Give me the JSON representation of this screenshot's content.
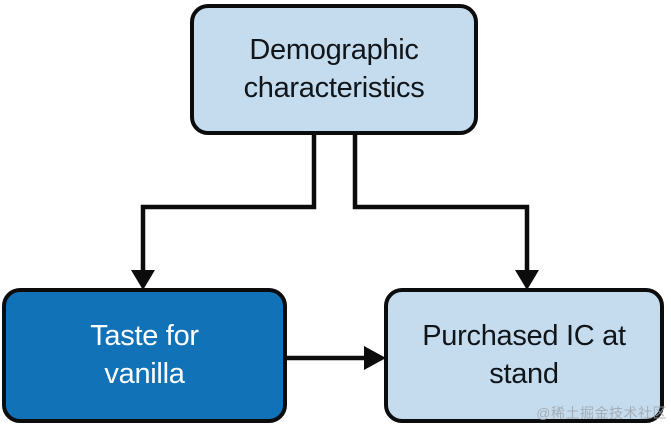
{
  "nodes": {
    "top": {
      "id": "demographic-characteristics",
      "label": "Demographic\ncharacteristics"
    },
    "left": {
      "id": "taste-for-vanilla",
      "label": "Taste for\nvanilla"
    },
    "right": {
      "id": "purchased-ic-at-stand",
      "label": "Purchased IC at\nstand"
    }
  },
  "edges": [
    {
      "from": "demographic-characteristics",
      "to": "taste-for-vanilla"
    },
    {
      "from": "demographic-characteristics",
      "to": "purchased-ic-at-stand"
    },
    {
      "from": "taste-for-vanilla",
      "to": "purchased-ic-at-stand"
    }
  ],
  "colors": {
    "node_light_fill": "#c5dcee",
    "node_dark_fill": "#1172b8",
    "border": "#0c0c0c",
    "text_dark": "#10151a",
    "text_light": "#ffffff"
  },
  "watermark": "@稀土掘金技术社区"
}
